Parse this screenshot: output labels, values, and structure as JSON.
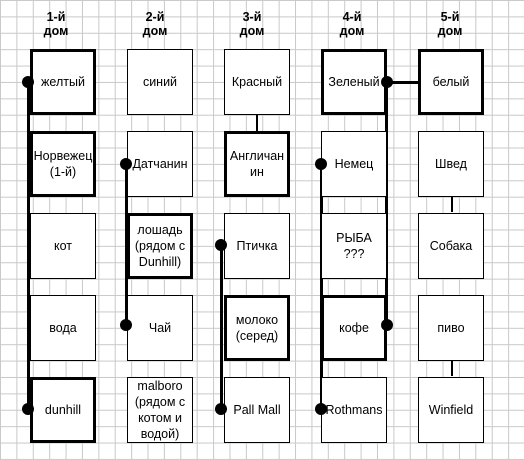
{
  "headers": [
    {
      "line1": "1-й",
      "line2": "дом"
    },
    {
      "line1": "2-й",
      "line2": "дом"
    },
    {
      "line1": "3-й",
      "line2": "дом"
    },
    {
      "line1": "4-й",
      "line2": "дом"
    },
    {
      "line1": "5-й",
      "line2": "дом"
    }
  ],
  "houses": [
    [
      "желтый",
      "Норвежец\n(1-й)",
      "кот",
      "вода",
      "dunhill"
    ],
    [
      "синий",
      "Датчанин",
      "лошадь\n(рядом с\nDunhill)",
      "Чай",
      "malboro\n(рядом с\nкотом и\nводой)"
    ],
    [
      "Красный",
      "Англичан\nин",
      "Птичка",
      "молоко\n(серед)",
      "Pall Mall"
    ],
    [
      "Зеленый",
      "Немец",
      "РЫБА\n???",
      "кофе",
      "Rothmans"
    ],
    [
      "белый",
      "Швед",
      "Собака",
      "пиво",
      "Winfield"
    ]
  ]
}
